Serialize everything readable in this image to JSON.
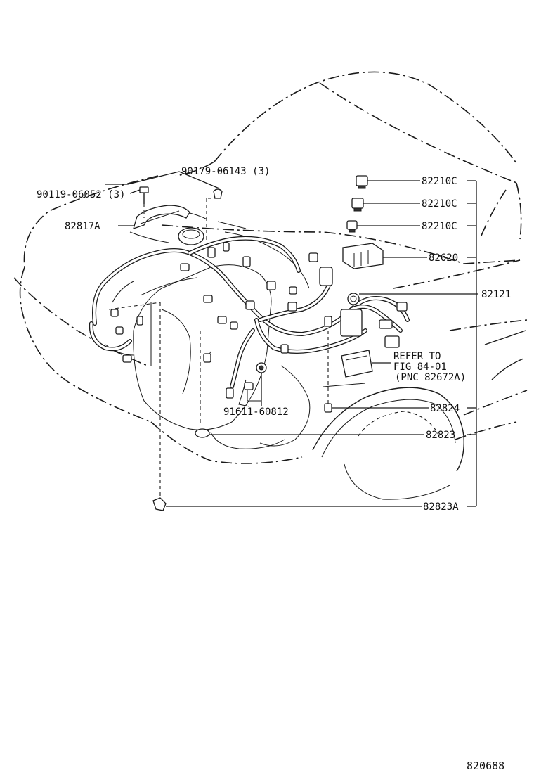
{
  "diagram": {
    "parts": {
      "bolt_9011906052": "90119-06052 (3)",
      "clip_9017906143": "90179-06143 (3)",
      "bracket_82817A": "82817A",
      "relay_a": "82210C",
      "relay_b": "82210C",
      "relay_c": "82210C",
      "block_82620": "82620",
      "harness_82121": "82121",
      "refer_line1": "REFER TO",
      "refer_line2": "FIG 84-01",
      "refer_line3": "(PNC 82672A)",
      "clamp_9161160812": "91611-60812",
      "bracket_82824": "82824",
      "grommet_82823": "82823",
      "clip_82823A": "82823A"
    },
    "figure_number": "820688"
  }
}
